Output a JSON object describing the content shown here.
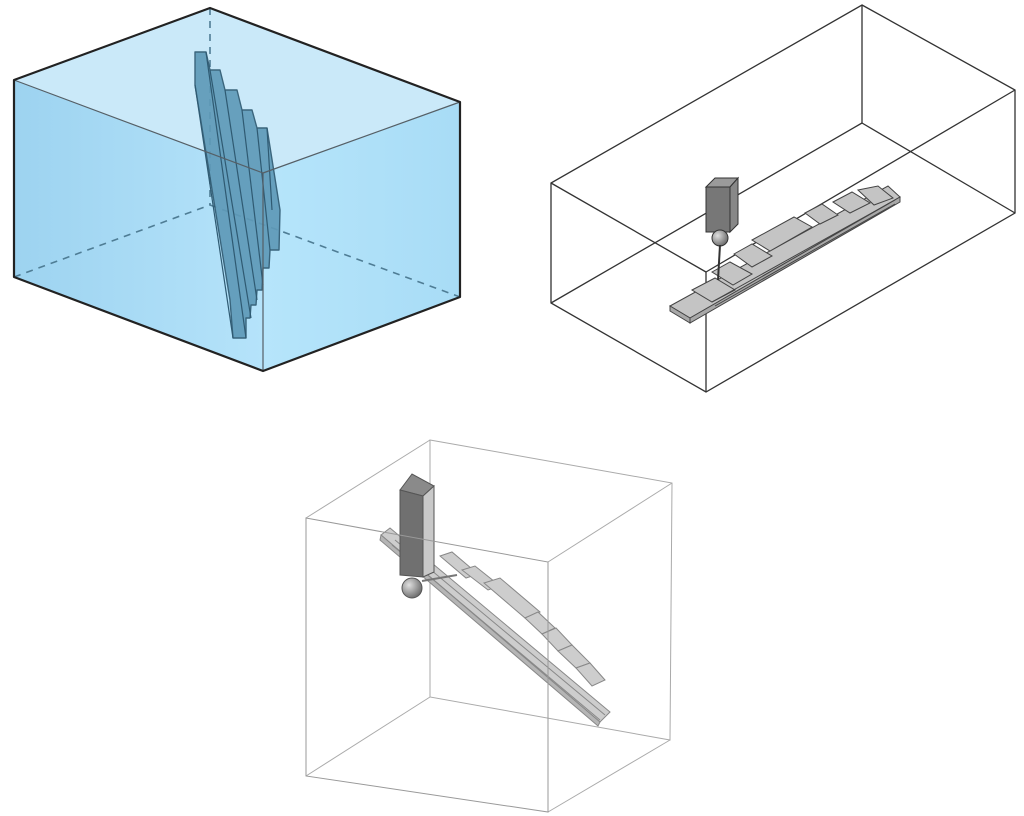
{
  "figures": [
    {
      "id": "transparent-box-staircase-part",
      "fill_color": "#a9dcf5",
      "part_color": "#5f9ab8"
    },
    {
      "id": "box-tool-horizontal-part",
      "part_color": "#c4c4c4",
      "tool_color": "#777777"
    },
    {
      "id": "cube-tool-diagonal-part",
      "part_color": "#c8c8c8",
      "tool_color": "#707070"
    }
  ]
}
